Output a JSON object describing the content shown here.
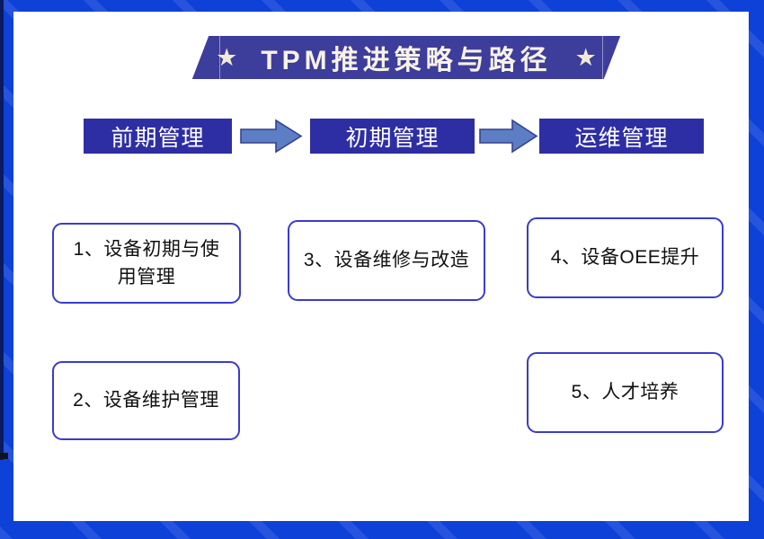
{
  "page": {
    "frame_color": "#0d41d8",
    "frame_streak_color": "rgba(255,255,255,0.10)",
    "panel_color": "#ffffff",
    "left_strip_color": "#0a1c5e"
  },
  "title": {
    "text": "TPM推进策略与路径",
    "star": "★",
    "banner_color": "#3d3d9c",
    "text_color": "#f7f2e4"
  },
  "stages": [
    {
      "label": "前期管理"
    },
    {
      "label": "初期管理"
    },
    {
      "label": "运维管理"
    }
  ],
  "stage_style": {
    "bg": "#2e2ea4",
    "text_color": "#ffffff"
  },
  "arrow": {
    "fill": "#5b7ec5",
    "stroke": "#39418f"
  },
  "items": [
    {
      "label": "1、设备初期与使用管理"
    },
    {
      "label": "2、设备维护管理"
    },
    {
      "label": "3、设备维修与改造"
    },
    {
      "label": "4、设备OEE提升"
    },
    {
      "label": "5、人才培养"
    }
  ],
  "item_style": {
    "border_color": "#3b3bcc",
    "text_color": "#111111"
  }
}
